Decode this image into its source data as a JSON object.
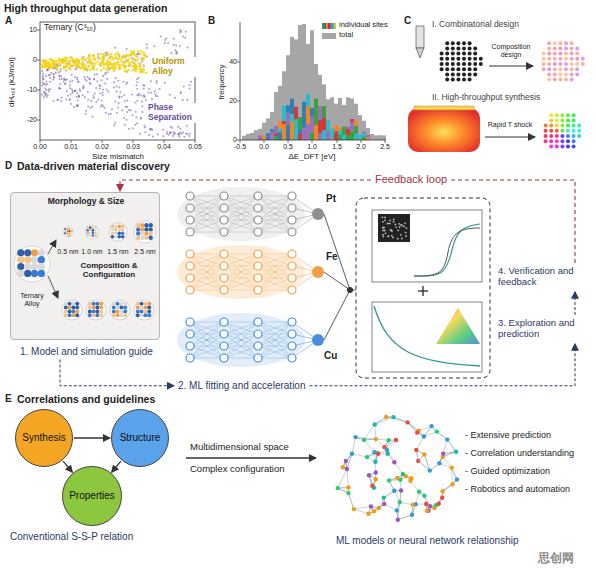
{
  "diagram": {
    "nodes": [
      {
        "text": [
          "Morphology & Size",
          "Composition & Configuration"
        ]
      },
      {
        "text": [
          "Synthesis"
        ]
      },
      {
        "text": [
          "Structure"
        ]
      },
      {
        "text": [
          "Properties"
        ]
      }
    ],
    "edges": [
      {
        "from": 1,
        "to": 2,
        "arrow": "to"
      },
      {
        "from": 1,
        "to": 3,
        "arrow": "to"
      },
      {
        "from": 2,
        "to": 3,
        "arrow": "to"
      }
    ],
    "labels": [
      "High throughput data generation",
      "A",
      "Ternary (C³₁₀)",
      "dHₘᵢₓ (kJ/mol)",
      "0.00",
      "0.01",
      "0.02",
      "0.03",
      "0.04",
      "0.05",
      "10",
      "0",
      "-10",
      "-20",
      "Size mismatch",
      "Uniform Alloy",
      "Phase Separation",
      "B",
      "frequency",
      "-0.5",
      "0.0",
      "0.5",
      "1.0",
      "1.5",
      "2.0",
      "2.5",
      "0",
      "20",
      "40",
      "ΔE_DFT [eV]",
      "C",
      "I. Combinatorial design",
      "Composition design",
      "II. High-throughput synthesis",
      "Rapid T shock",
      "D",
      "Data-driven material discovery",
      "Feedback loop",
      "0.5 nm",
      "1.0 nm",
      "1.5 nm",
      "2.5 nm",
      "Ternary Alloy",
      "1. Model and simulation guide",
      "Pt",
      "Fe",
      "Cu",
      "2. ML fitting and acceleration",
      "3. Exploration and prediction",
      "4. Verification and feedback",
      "E",
      "Correlations and guidelines",
      "Conventional S-S-P relation",
      "Multidimensional space",
      "Complex configuration",
      "- Extensive prediction",
      "- Correlation understanding",
      "- Guided optimization",
      "- Robotics and automation",
      "ML models or neural network relationship",
      "思创网"
    ],
    "legend": [
      {
        "text": "individual sites"
      },
      {
        "text": "total",
        "color": "#a6a6a6"
      }
    ]
  }
}
